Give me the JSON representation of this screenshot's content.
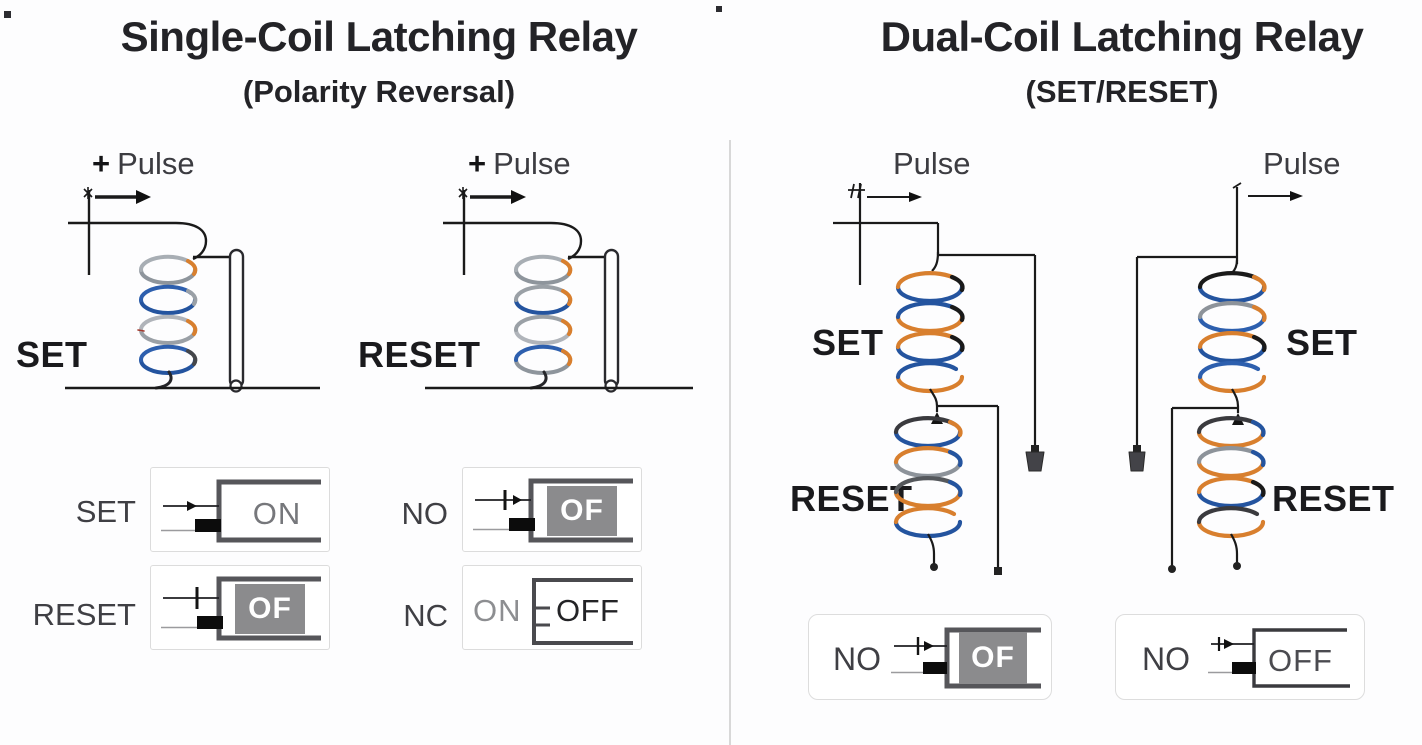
{
  "colors": {
    "title_text": "#232327",
    "diagram_line": "#1a1a1a",
    "coil_blue": "#24549f",
    "coil_orange": "#d87f2e",
    "coil_gray": "#9aa0a6",
    "badge_gray": "#8b8b8d",
    "badge_text": "#ffffff",
    "state_gray_text": "#76777b",
    "box_border": "#dcdcdc",
    "divider": "#d8d8d8"
  },
  "left_panel": {
    "title": "Single-Coil Latching Relay",
    "subtitle": "(Polarity Reversal)",
    "diagrams": [
      {
        "pulse_sign": "+",
        "pulse_word": "Pulse",
        "label": "SET"
      },
      {
        "pulse_sign": "+",
        "pulse_word": "Pulse",
        "label": "RESET"
      }
    ],
    "truth_rows": [
      {
        "label": "SET",
        "state": "ON",
        "style": "text-on"
      },
      {
        "label": "RESET",
        "state": "OF",
        "style": "badge-off"
      },
      {
        "label": "NO",
        "state": "OF",
        "style": "badge-off"
      },
      {
        "label": "NC",
        "pre_state": "ON",
        "state": "OFF",
        "style": "text-on-off"
      }
    ]
  },
  "right_panel": {
    "title": "Dual-Coil Latching Relay",
    "subtitle": "(SET/RESET)",
    "diagrams": [
      {
        "pulse_word": "Pulse",
        "set_label": "SET",
        "reset_label": "RESET"
      },
      {
        "pulse_word": "Pulse",
        "set_label": "SET",
        "reset_label": "RESET"
      }
    ],
    "truth_rows": [
      {
        "label": "NO",
        "state": "OF",
        "style": "badge-off"
      },
      {
        "label": "NO",
        "state": "OFF",
        "style": "text-off"
      }
    ]
  }
}
